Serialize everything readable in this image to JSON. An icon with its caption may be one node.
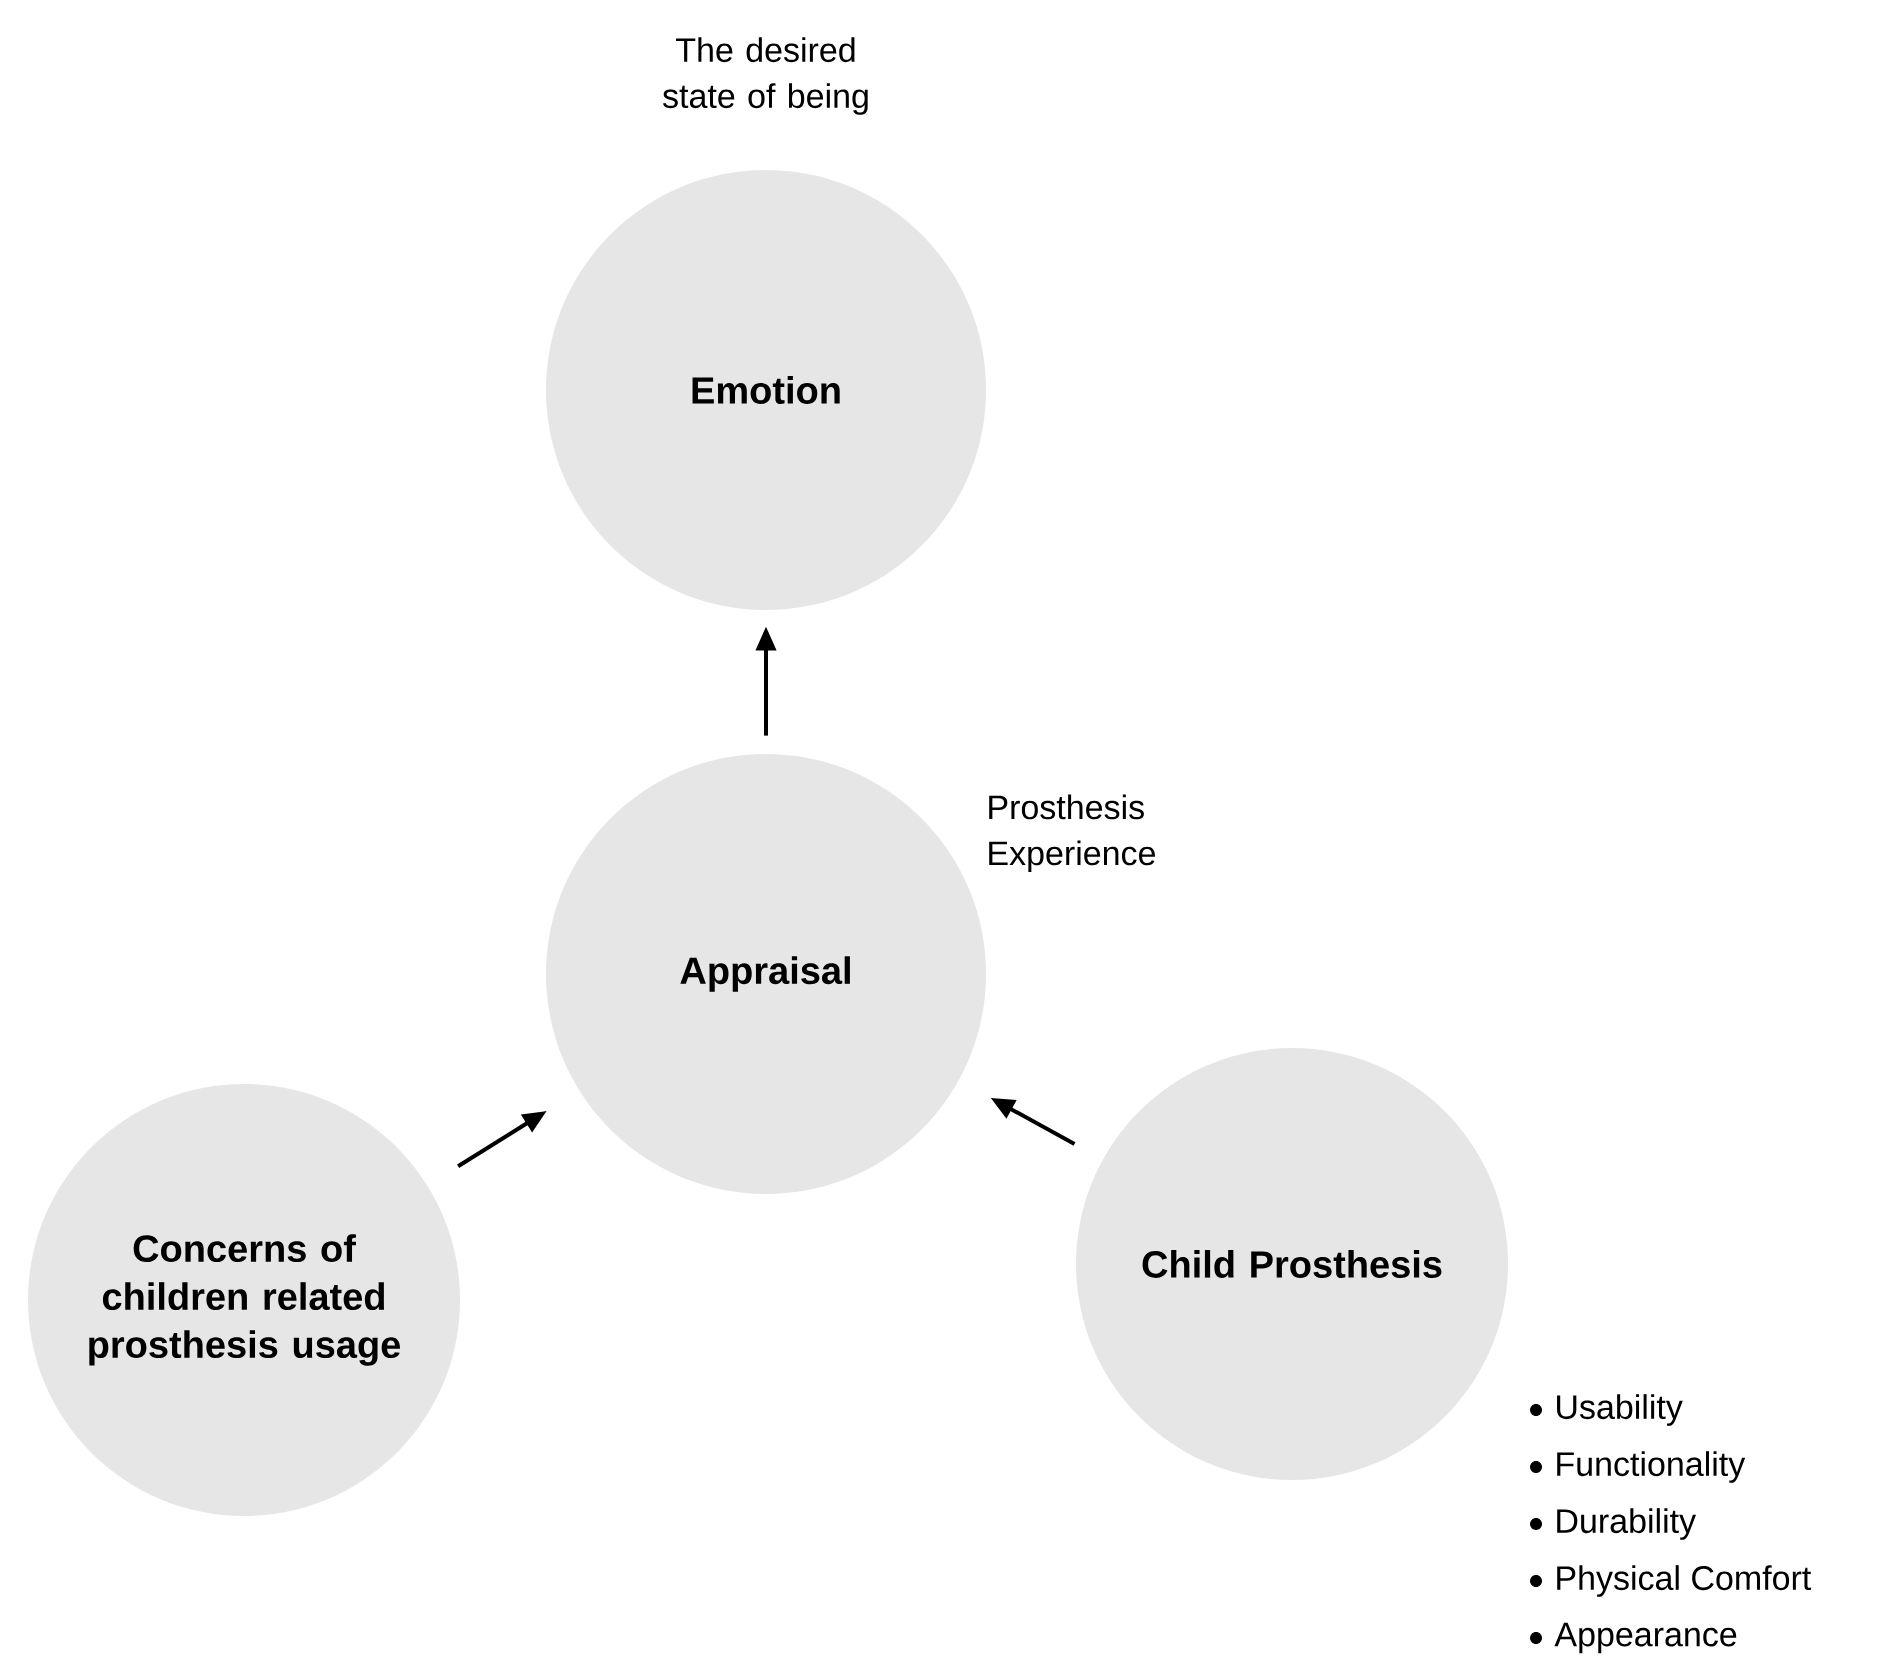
{
  "diagram": {
    "nodes": [
      {
        "text": [
          "Emotion"
        ],
        "beside": [
          "The desired state of being"
        ]
      },
      {
        "text": [
          "Appraisal"
        ],
        "beside": [
          "Prosthesis Experience"
        ]
      },
      {
        "text": [
          "Concerns of children related prosthesis usage"
        ]
      },
      {
        "text": [
          "Child Prosthesis"
        ],
        "beside": [
          "Usability",
          "Functionality",
          "Durability",
          "Physical Comfort",
          "Appearance"
        ]
      }
    ],
    "edges": [
      {
        "from": 1,
        "to": 0,
        "arrow": "to"
      },
      {
        "from": 2,
        "to": 1,
        "arrow": "to"
      },
      {
        "from": 3,
        "to": 1,
        "arrow": "to"
      }
    ]
  }
}
